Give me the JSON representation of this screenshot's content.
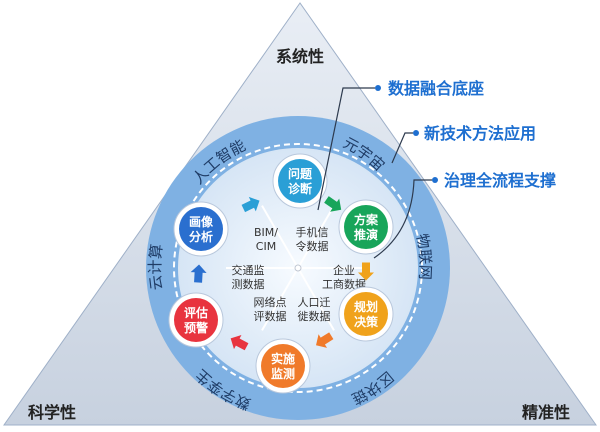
{
  "corners": {
    "top": "系统性",
    "left": "科学性",
    "right": "精准性"
  },
  "callouts": [
    {
      "label": "数据融合底座"
    },
    {
      "label": "新技术方法应用"
    },
    {
      "label": "治理全流程支撑"
    }
  ],
  "ring_labels": {
    "top_left": "人工智能",
    "top_right": "元宇宙",
    "right": "物联网",
    "bottom_right": "区块链",
    "bottom_left": "数字孪生",
    "left": "云计算"
  },
  "cycle_nodes": [
    {
      "line1": "问题",
      "line2": "诊断",
      "color": "#2a9fd6"
    },
    {
      "line1": "方案",
      "line2": "推演",
      "color": "#18a55a"
    },
    {
      "line1": "规划",
      "line2": "决策",
      "color": "#f0a21b"
    },
    {
      "line1": "实施",
      "line2": "监测",
      "color": "#f07a2a"
    },
    {
      "line1": "评估",
      "line2": "预警",
      "color": "#e8343f"
    },
    {
      "line1": "画像",
      "line2": "分析",
      "color": "#2a6fcf"
    }
  ],
  "data_sectors": [
    {
      "line1": "手机信",
      "line2": "令数据"
    },
    {
      "line1": "企业",
      "line2": "工商数据"
    },
    {
      "line1": "人口迁",
      "line2": "徙数据"
    },
    {
      "line1": "网络点",
      "line2": "评数据"
    },
    {
      "line1": "交通监",
      "line2": "测数据"
    },
    {
      "line1": "BIM/",
      "line2": "CIM"
    }
  ],
  "colors": {
    "triangle": "#cfd8e6",
    "ring": "#6ea7de",
    "inner_disc": "#e3edf8",
    "callout_text": "#1e6fd0"
  }
}
